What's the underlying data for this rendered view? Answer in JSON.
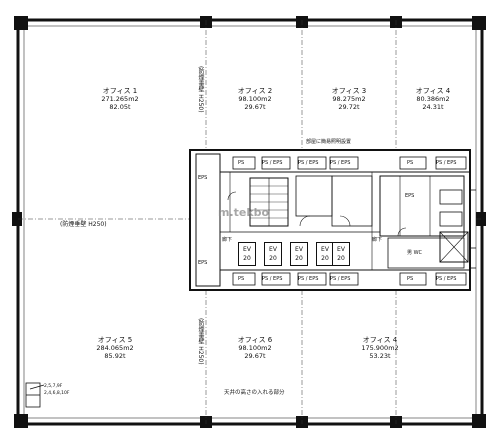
{
  "offices": [
    {
      "name": "オフィス 1",
      "area": "271.265m2",
      "tsubo": "82.05t"
    },
    {
      "name": "オフィス 2",
      "area": "98.100m2",
      "tsubo": "29.67t"
    },
    {
      "name": "オフィス 3",
      "area": "98.275m2",
      "tsubo": "29.72t"
    },
    {
      "name": "オフィス 4",
      "area": "80.386m2",
      "tsubo": "24.31t"
    },
    {
      "name": "オフィス 5",
      "area": "284.065m2",
      "tsubo": "85.92t"
    },
    {
      "name": "オフィス 6",
      "area": "98.100m2",
      "tsubo": "29.67t"
    },
    {
      "name": "オフィス 4",
      "area": "175.900m2",
      "tsubo": "53.23t"
    }
  ],
  "partitions": {
    "horizontal": "(防煙垂壁  H250)",
    "left_upper": "(防煙垂壁  H250)",
    "left_lower": "(防煙垂壁  H250)"
  },
  "core": {
    "ps_eps": "PS / EPS",
    "ps": "PS",
    "eps": "EPS",
    "ev_label": "EV",
    "ev_number": "20",
    "hallway": "廊下",
    "note_top": "部屋に簡易照明設置",
    "wc_label": "男 WC"
  },
  "footnote": "天井の高さの入れる部分",
  "legend": [
    "2,5,7,9F",
    "2,4,6,8,10F"
  ],
  "watermark": "m.tekbo"
}
